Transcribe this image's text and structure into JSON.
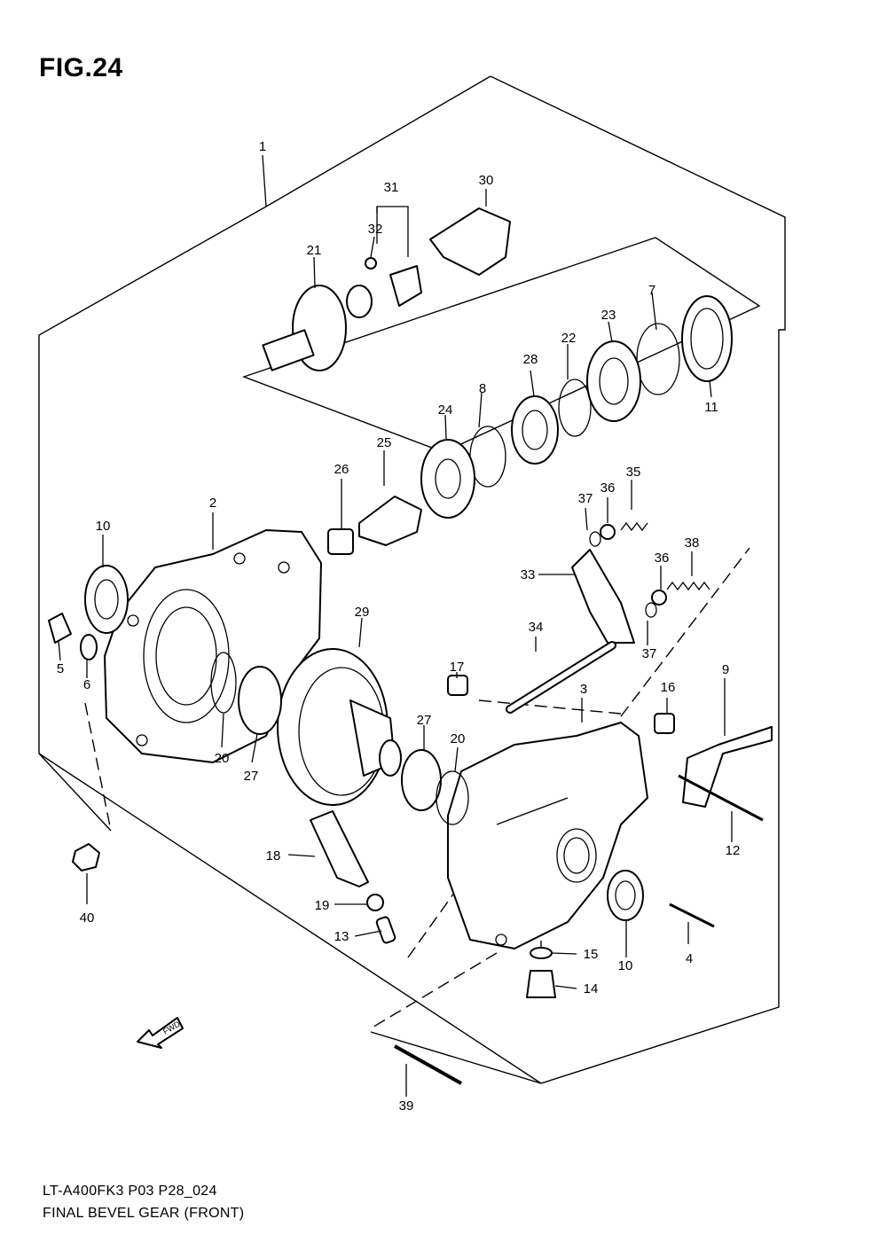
{
  "figure_title": "FIG.24",
  "footer": {
    "model_code": "LT-A400FK3 P03 P28_024",
    "diagram_name": "FINAL BEVEL GEAR (FRONT)"
  },
  "fwd_label": "FWD",
  "part_numbers": {
    "p1": "1",
    "p2": "2",
    "p3": "3",
    "p4": "4",
    "p5": "5",
    "p6": "6",
    "p7": "7",
    "p8": "8",
    "p9": "9",
    "p10a": "10",
    "p10b": "10",
    "p11": "11",
    "p12": "12",
    "p13": "13",
    "p14": "14",
    "p15": "15",
    "p16": "16",
    "p17": "17",
    "p18": "18",
    "p19": "19",
    "p20a": "20",
    "p20b": "20",
    "p21": "21",
    "p22": "22",
    "p23": "23",
    "p24": "24",
    "p25": "25",
    "p26": "26",
    "p27a": "27",
    "p27b": "27",
    "p28": "28",
    "p29": "29",
    "p30": "30",
    "p31": "31",
    "p32": "32",
    "p33": "33",
    "p34": "34",
    "p35": "35",
    "p36a": "36",
    "p36b": "36",
    "p37a": "37",
    "p37b": "37",
    "p38": "38",
    "p39": "39",
    "p40": "40"
  }
}
